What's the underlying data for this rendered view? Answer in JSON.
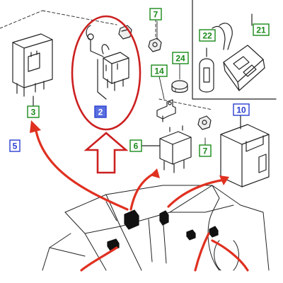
{
  "callouts": [
    {
      "id": "c7a",
      "text": "7",
      "color": "#1a8a1a"
    },
    {
      "id": "c22",
      "text": "22",
      "color": "#1a8a1a"
    },
    {
      "id": "c21",
      "text": "21",
      "color": "#1a8a1a"
    },
    {
      "id": "c24",
      "text": "24",
      "color": "#1a8a1a"
    },
    {
      "id": "c14",
      "text": "14",
      "color": "#1a8a1a"
    },
    {
      "id": "c3",
      "text": "3",
      "color": "#1a8a1a"
    },
    {
      "id": "c2",
      "text": "2",
      "color": "#2a3fd0"
    },
    {
      "id": "c5",
      "text": "5",
      "color": "#2a3fd0"
    },
    {
      "id": "c6",
      "text": "6",
      "color": "#1a8a1a"
    },
    {
      "id": "c7b",
      "text": "7",
      "color": "#1a8a1a"
    },
    {
      "id": "c10",
      "text": "10",
      "color": "#2a3fd0"
    }
  ],
  "colors": {
    "line": "#222222",
    "highlight": "#cc2020",
    "arrow": "#e03020"
  }
}
